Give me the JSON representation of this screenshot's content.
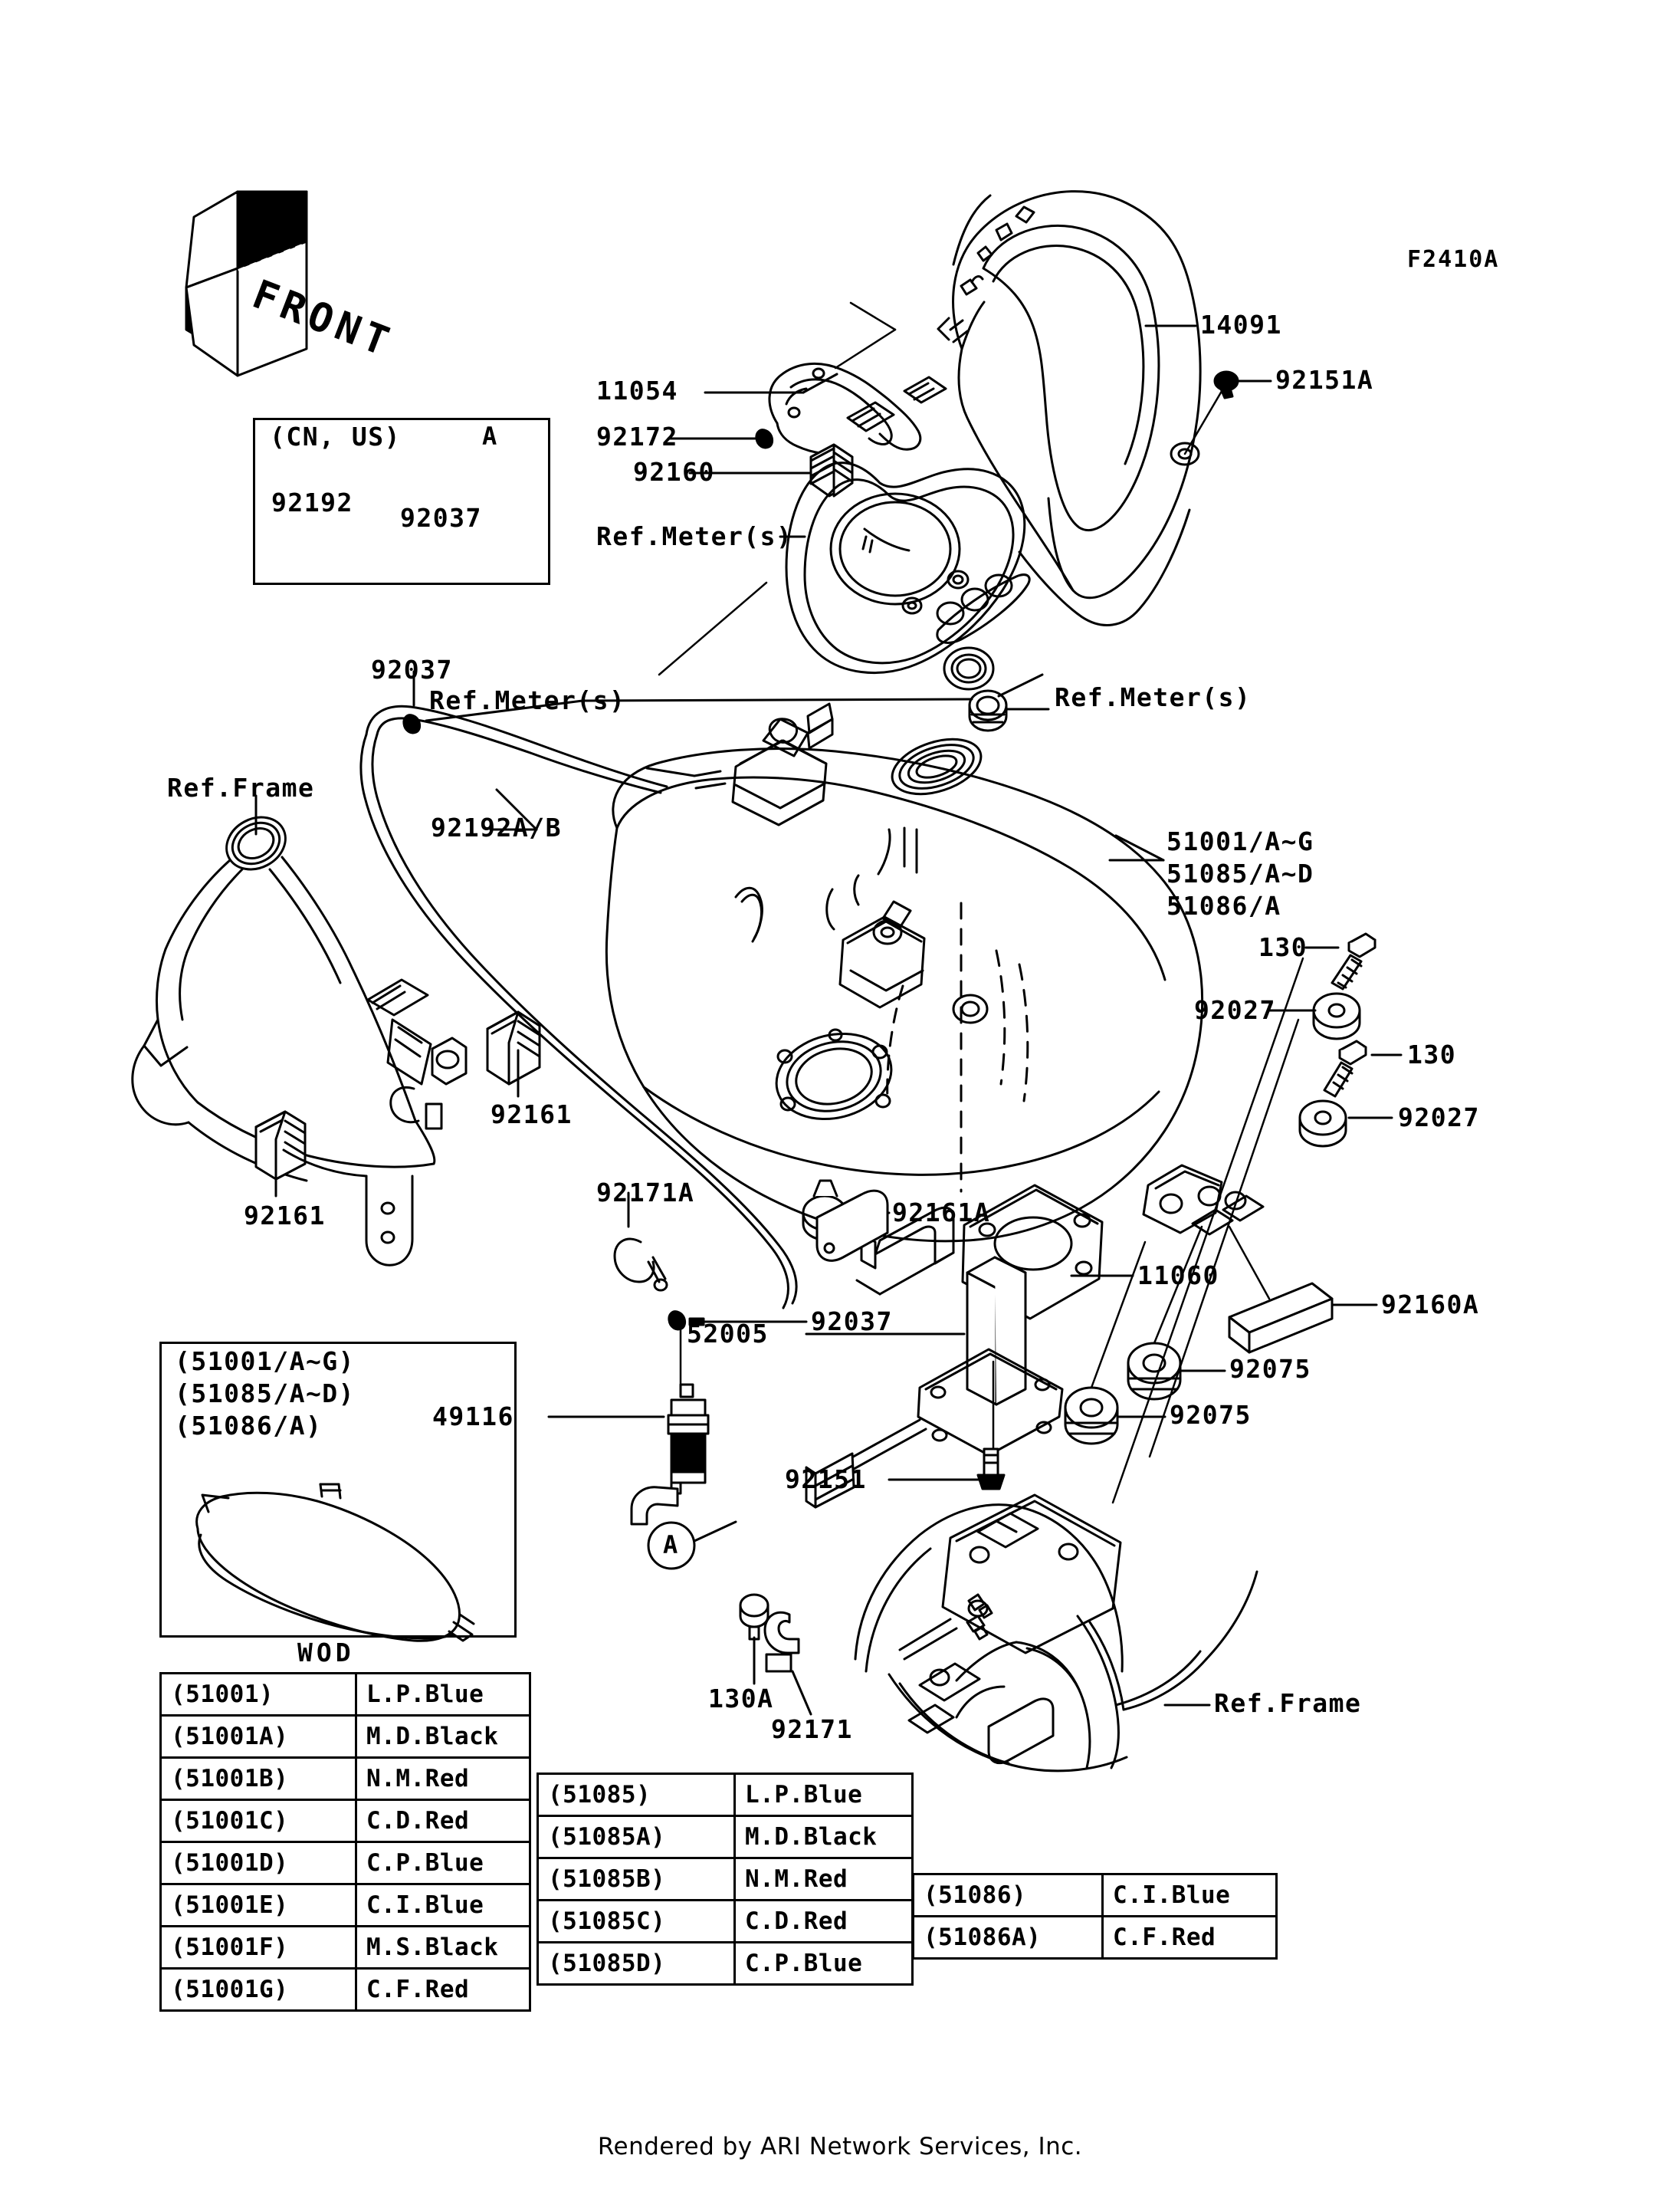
{
  "diagram": {
    "sheet_code": "F2410A",
    "front_arrow_label": "FRONT",
    "wod_label": "WOD",
    "footer": "Rendered by ARI Network Services, Inc."
  },
  "callouts": [
    {
      "id": "c-14091",
      "text": "14091"
    },
    {
      "id": "c-92151A",
      "text": "92151A"
    },
    {
      "id": "c-11054",
      "text": "11054"
    },
    {
      "id": "c-92172",
      "text": "92172"
    },
    {
      "id": "c-92160",
      "text": "92160"
    },
    {
      "id": "c-refmeter1",
      "text": "Ref.Meter(s)"
    },
    {
      "id": "c-refmeter2",
      "text": "Ref.Meter(s)"
    },
    {
      "id": "c-refmeter3",
      "text": "Ref.Meter(s)"
    },
    {
      "id": "c-92037-top",
      "text": "92037"
    },
    {
      "id": "c-refframe1",
      "text": "Ref.Frame"
    },
    {
      "id": "c-92192AB",
      "text": "92192A/B"
    },
    {
      "id": "c-51001-grp",
      "text": "51001/A~G"
    },
    {
      "id": "c-51085-grp",
      "text": "51085/A~D"
    },
    {
      "id": "c-51086-grp",
      "text": "51086/A"
    },
    {
      "id": "c-130-1",
      "text": "130"
    },
    {
      "id": "c-92027-1",
      "text": "92027"
    },
    {
      "id": "c-130-2",
      "text": "130"
    },
    {
      "id": "c-92027-2",
      "text": "92027"
    },
    {
      "id": "c-92161-1",
      "text": "92161"
    },
    {
      "id": "c-92161-2",
      "text": "92161"
    },
    {
      "id": "c-92171A",
      "text": "92171A"
    },
    {
      "id": "c-92161A",
      "text": "92161A"
    },
    {
      "id": "c-11060",
      "text": "11060"
    },
    {
      "id": "c-92160A",
      "text": "92160A"
    },
    {
      "id": "c-52005",
      "text": "52005"
    },
    {
      "id": "c-92075-1",
      "text": "92075"
    },
    {
      "id": "c-92075-2",
      "text": "92075"
    },
    {
      "id": "c-92037-mid",
      "text": "92037"
    },
    {
      "id": "c-49116",
      "text": "49116"
    },
    {
      "id": "c-92151",
      "text": "92151"
    },
    {
      "id": "c-130A",
      "text": "130A"
    },
    {
      "id": "c-92171",
      "text": "92171"
    },
    {
      "id": "c-refframe2",
      "text": "Ref.Frame"
    },
    {
      "id": "c-A-ref",
      "text": "A"
    }
  ],
  "cn_us_inset": {
    "title": "(CN, US)",
    "callout_92192": "92192",
    "callout_92037": "92037",
    "marker_A": "A"
  },
  "wod_inset": {
    "line1": "(51001/A~G)",
    "line2": "(51085/A~D)",
    "line3": "(51086/A)",
    "caption": "WOD"
  },
  "tables": {
    "table_51001": {
      "rows": [
        {
          "code": "(51001)",
          "color": "L.P.Blue"
        },
        {
          "code": "(51001A)",
          "color": "M.D.Black"
        },
        {
          "code": "(51001B)",
          "color": "N.M.Red"
        },
        {
          "code": "(51001C)",
          "color": "C.D.Red"
        },
        {
          "code": "(51001D)",
          "color": "C.P.Blue"
        },
        {
          "code": "(51001E)",
          "color": "C.I.Blue"
        },
        {
          "code": "(51001F)",
          "color": "M.S.Black"
        },
        {
          "code": "(51001G)",
          "color": "C.F.Red"
        }
      ]
    },
    "table_51085": {
      "rows": [
        {
          "code": "(51085)",
          "color": "L.P.Blue"
        },
        {
          "code": "(51085A)",
          "color": "M.D.Black"
        },
        {
          "code": "(51085B)",
          "color": "N.M.Red"
        },
        {
          "code": "(51085C)",
          "color": "C.D.Red"
        },
        {
          "code": "(51085D)",
          "color": "C.P.Blue"
        }
      ]
    },
    "table_51086": {
      "rows": [
        {
          "code": "(51086)",
          "color": "C.I.Blue"
        },
        {
          "code": "(51086A)",
          "color": "C.F.Red"
        }
      ]
    }
  },
  "colors": {
    "ink": "#000000",
    "paper": "#ffffff"
  }
}
